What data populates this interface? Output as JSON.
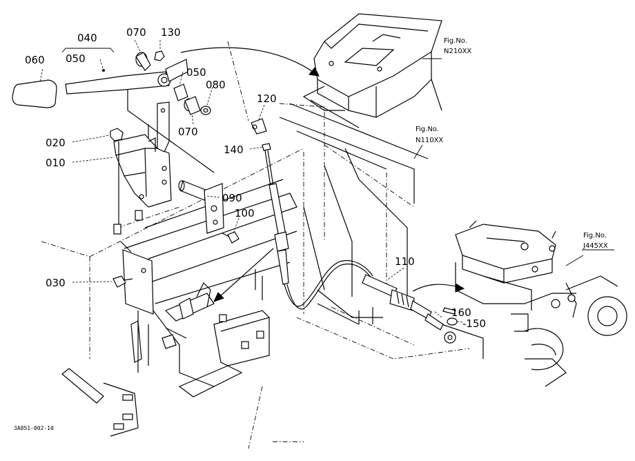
{
  "callouts": {
    "c060": "060",
    "c040": "040",
    "c050a": "050",
    "c070a": "070",
    "c130": "130",
    "c050b": "050",
    "c080": "080",
    "c070b": "070",
    "c020": "020",
    "c010": "010",
    "c030": "030",
    "c120": "120",
    "c140": "140",
    "c090": "090",
    "c100": "100",
    "c110": "110",
    "c160": "160",
    "c150": "-150"
  },
  "figrefs": {
    "n210_label": "Fig.No.",
    "n210_code": "N210XX",
    "n110_label": "Fig.No.",
    "n110_code": "N110XX",
    "j445_label": "Fig.No.",
    "j445_code": "J445XX"
  },
  "drawing_code": "3A851-002-10"
}
